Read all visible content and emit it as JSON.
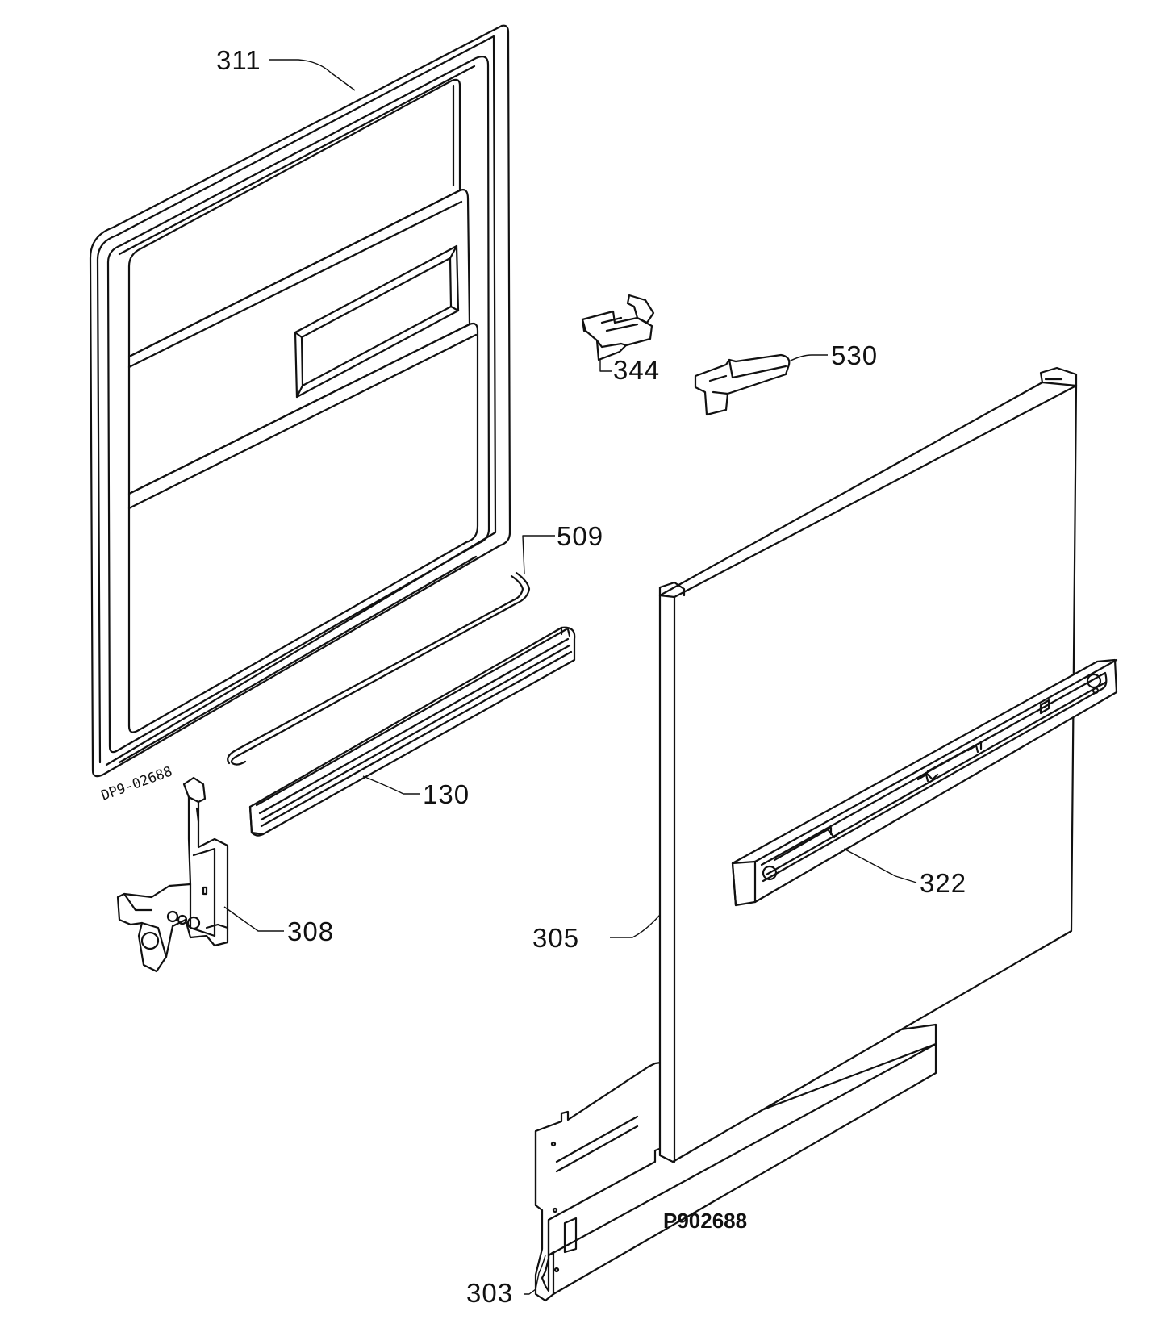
{
  "drawing_code": "P902688",
  "side_code": "DP9-02688",
  "parts": [
    {
      "id": "311",
      "label": "311"
    },
    {
      "id": "344",
      "label": "344"
    },
    {
      "id": "530",
      "label": "530"
    },
    {
      "id": "509",
      "label": "509"
    },
    {
      "id": "130",
      "label": "130"
    },
    {
      "id": "308",
      "label": "308"
    },
    {
      "id": "322",
      "label": "322"
    },
    {
      "id": "305",
      "label": "305"
    },
    {
      "id": "303",
      "label": "303"
    }
  ]
}
